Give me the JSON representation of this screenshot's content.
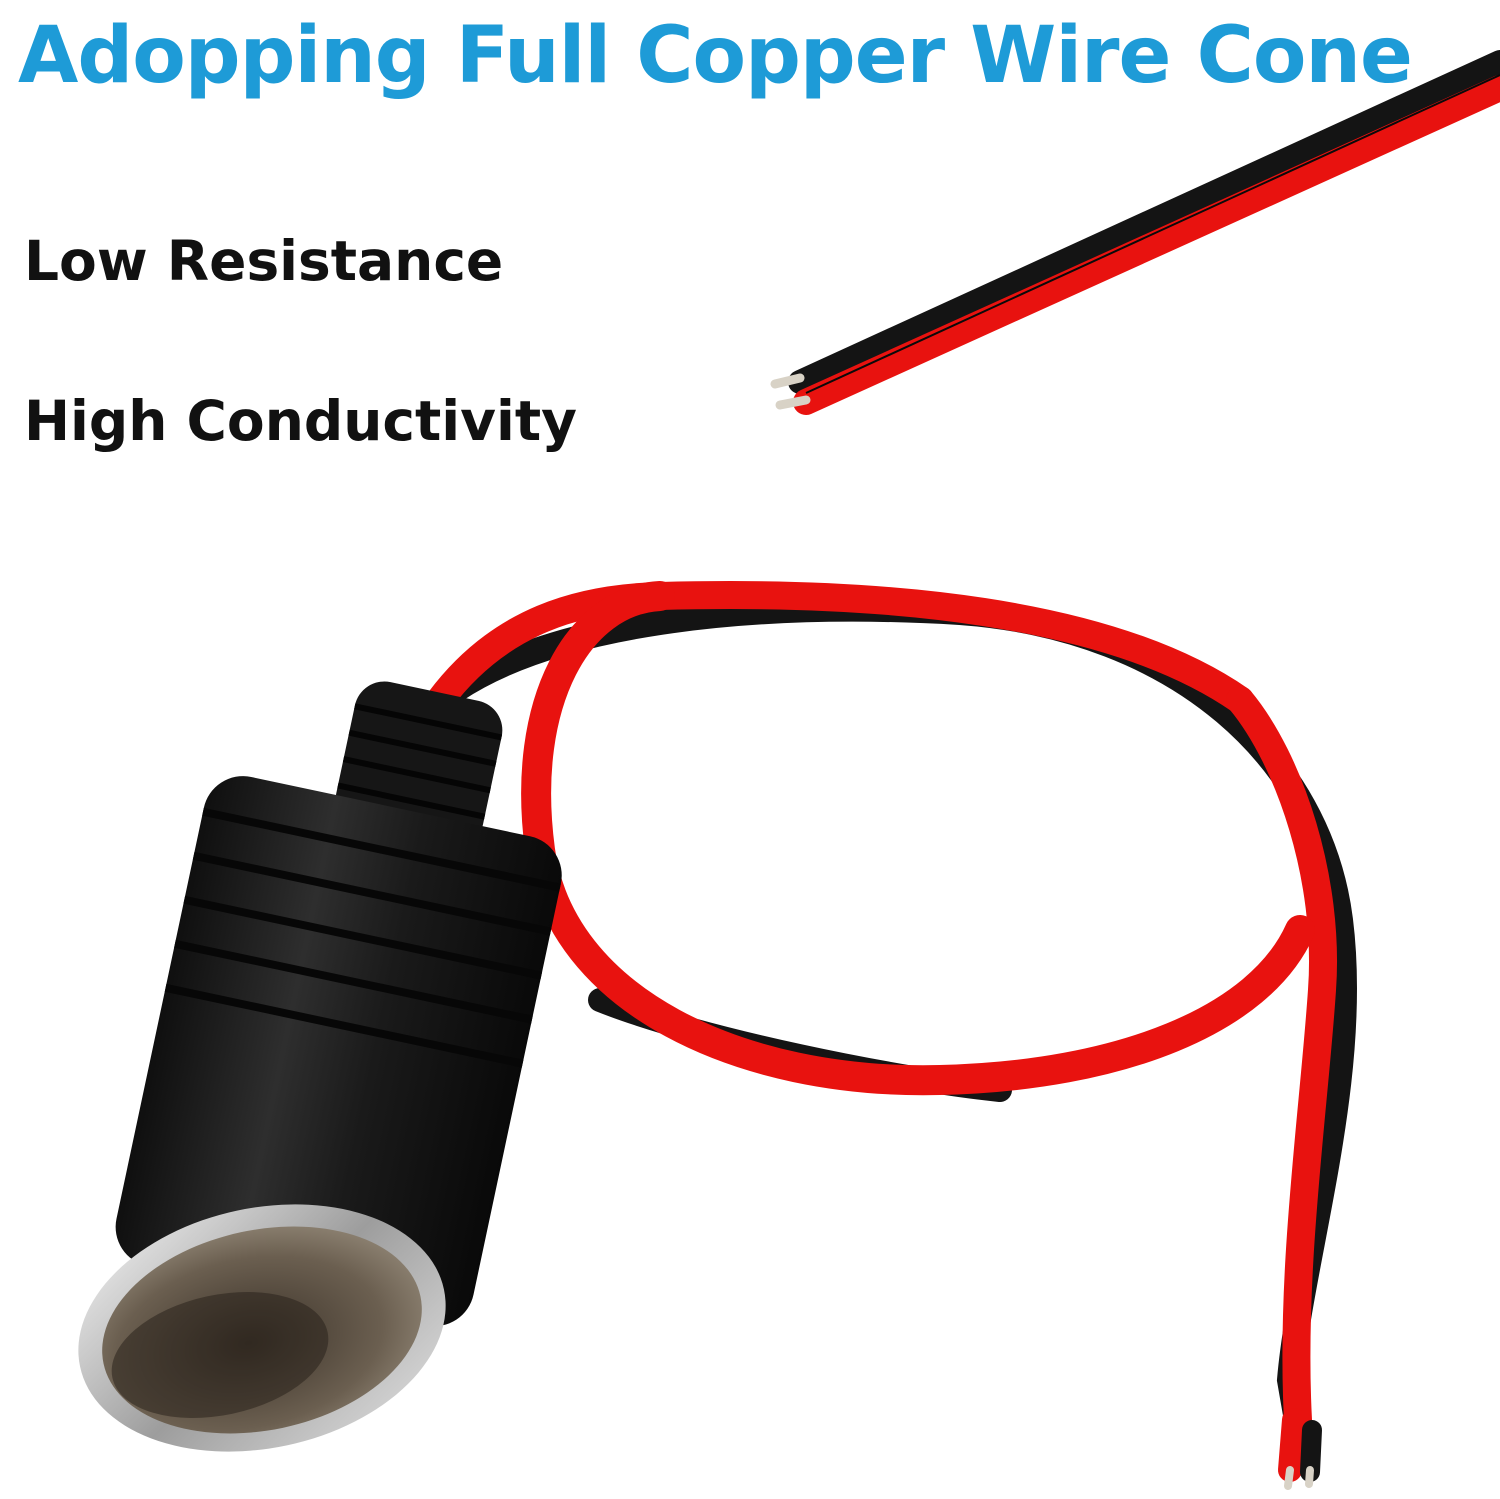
{
  "headline": "Adopping Full Copper Wire Cone",
  "features": [
    "Low Resistance",
    "High Conductivity"
  ],
  "colors": {
    "headline": "#1e9bd7",
    "feature_text": "#111111",
    "wire_red": "#e8120f",
    "wire_black": "#141414",
    "socket_body": "#1c1c1c",
    "socket_rim": "#c8c8c8"
  },
  "illustration": {
    "subject": "car cigarette lighter female socket with red and black two-core wire",
    "icons": [
      "cigarette-lighter-socket-icon",
      "two-core-wire-icon"
    ]
  }
}
